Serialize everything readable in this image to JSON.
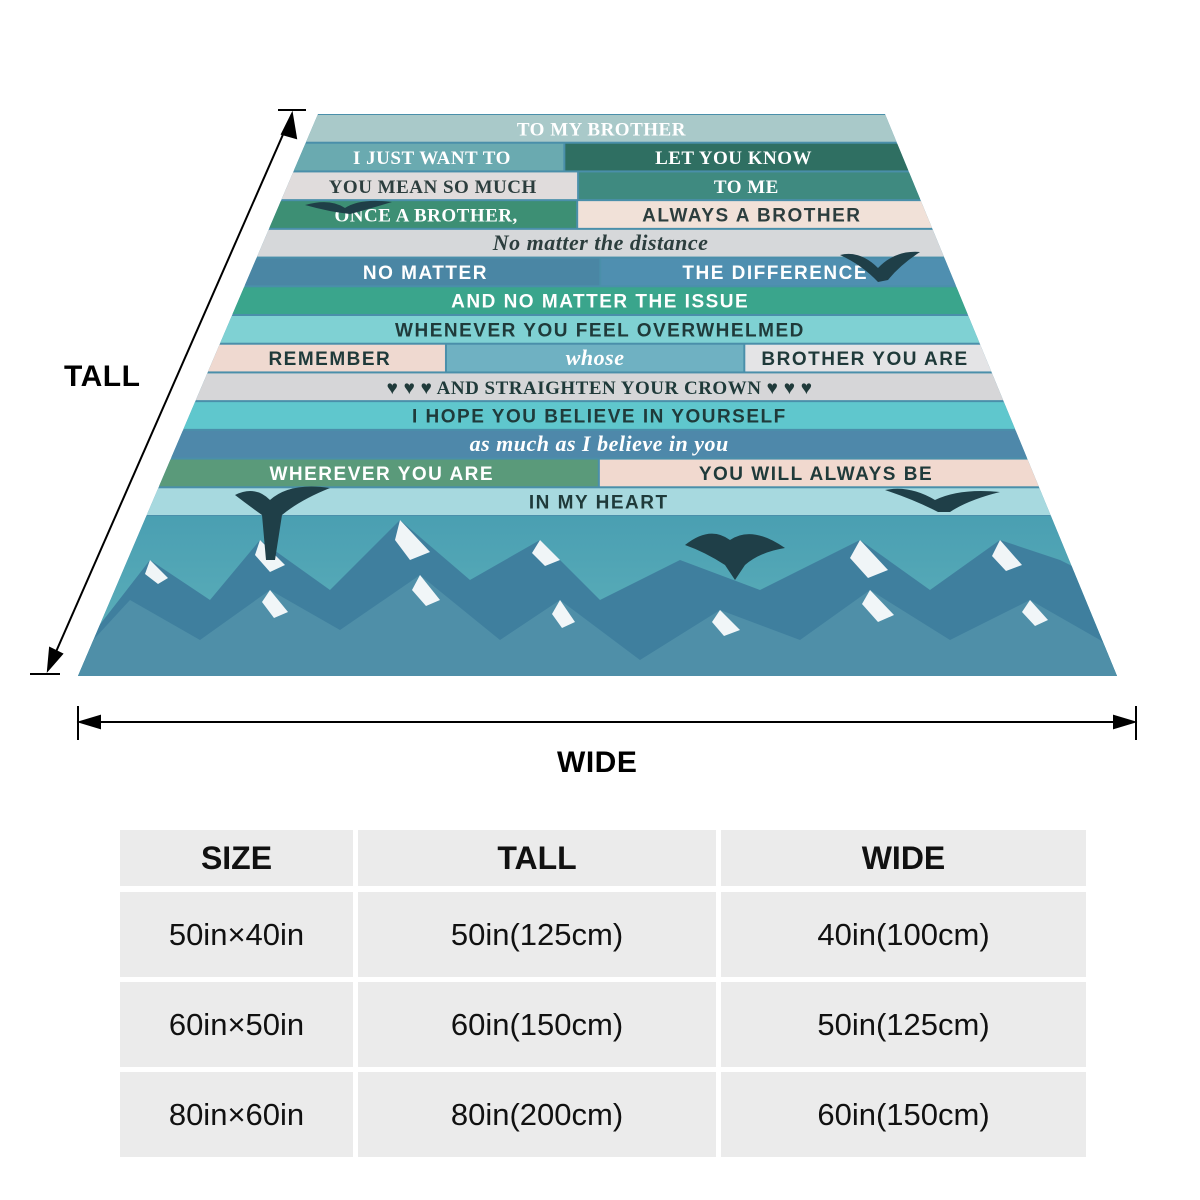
{
  "blanket": {
    "planks": [
      {
        "segments": [
          {
            "text": "TO MY BROTHER",
            "color": "#a9c9c9",
            "text_color": "#ffffff",
            "style": "serif"
          }
        ]
      },
      {
        "segments": [
          {
            "text": "I JUST WANT TO",
            "color": "#6aaab0",
            "text_color": "#ffffff",
            "style": "serif"
          },
          {
            "text": "LET YOU KNOW",
            "color": "#2f6f62",
            "text_color": "#ffffff",
            "style": "serif"
          }
        ]
      },
      {
        "segments": [
          {
            "text": "YOU MEAN SO MUCH",
            "color": "#e0dcdc",
            "text_color": "#2c3e3e",
            "style": "serif"
          },
          {
            "text": "TO ME",
            "color": "#3f8a80",
            "text_color": "#ffffff",
            "style": "serif"
          }
        ]
      },
      {
        "segments": [
          {
            "text": "ONCE A BROTHER,",
            "color": "#3d8f74",
            "text_color": "#ffffff",
            "style": "serif"
          },
          {
            "text": "ALWAYS A BROTHER",
            "color": "#f1e1d8",
            "text_color": "#2c3e3e",
            "style": "sans"
          }
        ]
      },
      {
        "segments": [
          {
            "text": "No matter the distance",
            "color": "#d6d8da",
            "text_color": "#2c3e3e",
            "style": "script"
          }
        ]
      },
      {
        "segments": [
          {
            "text": "NO MATTER",
            "color": "#4a86a4",
            "text_color": "#ffffff",
            "style": "sans"
          },
          {
            "text": "THE DIFFERENCE",
            "color": "#4f8fb0",
            "text_color": "#ffffff",
            "style": "sans"
          }
        ]
      },
      {
        "segments": [
          {
            "text": "AND NO MATTER THE ISSUE",
            "color": "#3aa58c",
            "text_color": "#ffffff",
            "style": "sans"
          }
        ]
      },
      {
        "segments": [
          {
            "text": "WHENEVER YOU FEEL OVERWHELMED",
            "color": "#7fd1d3",
            "text_color": "#1f3a3a",
            "style": "sans"
          }
        ]
      },
      {
        "segments": [
          {
            "text": "REMEMBER",
            "color": "#efd9d0",
            "text_color": "#1f3a3a",
            "style": "sans"
          },
          {
            "text": "whose",
            "color": "#6fb1c2",
            "text_color": "#ffffff",
            "style": "script"
          },
          {
            "text": "BROTHER YOU ARE",
            "color": "#e4e4e6",
            "text_color": "#1f3a3a",
            "style": "sans"
          }
        ]
      },
      {
        "segments": [
          {
            "text": "♥ ♥ ♥ AND STRAIGHTEN YOUR CROWN ♥ ♥ ♥",
            "color": "#d6d6d8",
            "text_color": "#1f3a3a",
            "style": "serif"
          }
        ]
      },
      {
        "segments": [
          {
            "text": "I HOPE YOU BELIEVE IN YOURSELF",
            "color": "#5fc7cd",
            "text_color": "#1f3a3a",
            "style": "sans"
          }
        ]
      },
      {
        "segments": [
          {
            "text": "as much as I believe in you",
            "color": "#4e88aa",
            "text_color": "#ffffff",
            "style": "script"
          }
        ]
      },
      {
        "segments": [
          {
            "text": "WHEREVER YOU ARE",
            "color": "#5a9a7a",
            "text_color": "#ffffff",
            "style": "sans"
          },
          {
            "text": "YOU WILL ALWAYS BE",
            "color": "#f1d9cf",
            "text_color": "#1f3a3a",
            "style": "sans"
          }
        ]
      },
      {
        "segments": [
          {
            "text": "IN MY HEART",
            "color": "#a7d9df",
            "text_color": "#1f3a3a",
            "style": "sans"
          }
        ]
      }
    ],
    "colors": {
      "mountain": "#4f8fa8",
      "snow": "#ffffff",
      "sky": "#5aa8b6",
      "bird": "#1f3f48"
    }
  },
  "dimensions": {
    "tall_label": "TALL",
    "wide_label": "WIDE"
  },
  "table": {
    "headers": [
      "SIZE",
      "TALL",
      "WIDE"
    ],
    "rows": [
      [
        "50in×40in",
        "50in(125cm)",
        "40in(100cm)"
      ],
      [
        "60in×50in",
        "60in(150cm)",
        "50in(125cm)"
      ],
      [
        "80in×60in",
        "80in(200cm)",
        "60in(150cm)"
      ]
    ]
  }
}
